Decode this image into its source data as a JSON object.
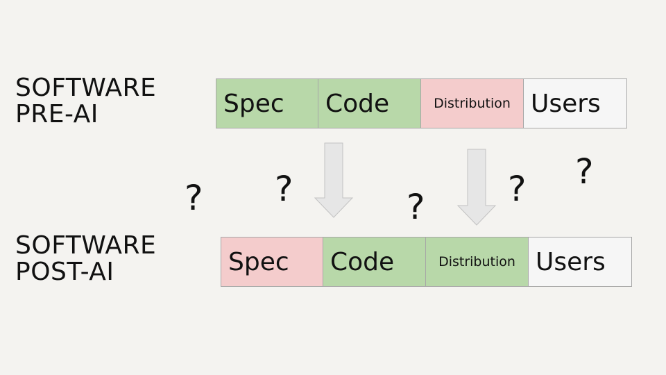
{
  "rows": {
    "pre": {
      "label_line1": "SOFTWARE",
      "label_line2": "PRE-AI",
      "cells": [
        "Spec",
        "Code",
        "Distribution",
        "Users"
      ],
      "cell_states": [
        "green",
        "green",
        "red",
        "white"
      ]
    },
    "post": {
      "label_line1": "SOFTWARE",
      "label_line2": "POST-AI",
      "cells": [
        "Spec",
        "Code",
        "Distribution",
        "Users"
      ],
      "cell_states": [
        "red",
        "green",
        "green",
        "white"
      ]
    }
  },
  "question_mark": "?",
  "colors": {
    "background": "#f4f3f0",
    "green": "#b8d8a9",
    "red": "#f4cccc",
    "white": "#f6f6f6",
    "arrow_fill": "#e6e6e6",
    "arrow_stroke": "#c2c2c2"
  }
}
